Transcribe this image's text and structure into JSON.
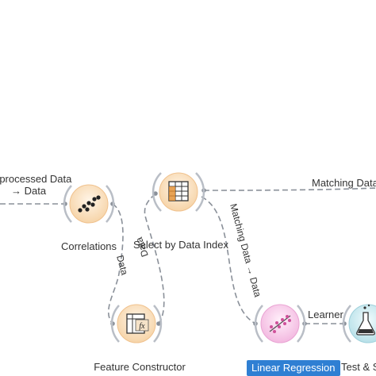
{
  "links": {
    "preprocessed_top": "rprocessed Data",
    "preprocessed_bottom": "→ Data",
    "corr_feature": "Data",
    "feature_select": "Data",
    "matching_top": "Matching Data →",
    "matching_diag": "Matching Data → Data",
    "learner": "Learner"
  },
  "nodes": {
    "correlations": {
      "label": "Correlations",
      "icon": "correlations-scatter-icon",
      "color": "#f6d9b7"
    },
    "select_by_index": {
      "label": "Select by Data Index",
      "icon": "table-select-icon",
      "color": "#f6d9b7"
    },
    "feature_constructor": {
      "label": "Feature Constructor",
      "icon": "fx-table-icon",
      "color": "#f6d9b7"
    },
    "linear_regression": {
      "label": "Linear Regression",
      "icon": "regression-scatter-icon",
      "color": "#f8c7e8",
      "selected": true
    },
    "test_score": {
      "label": "Test & S",
      "icon": "flask-icon",
      "color": "#bfe3ea"
    }
  },
  "colors": {
    "link": "#8a9099",
    "selected": "#2f7fd3"
  }
}
